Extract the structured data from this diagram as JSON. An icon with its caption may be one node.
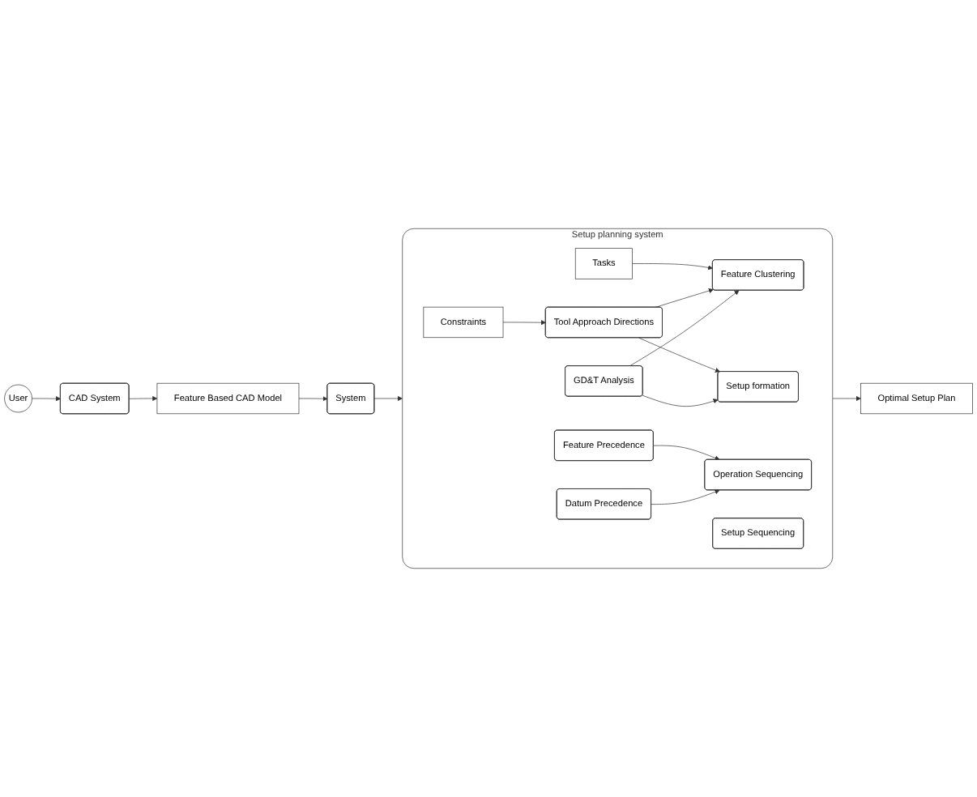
{
  "diagram": {
    "nodes": [
      {
        "text": [
          "User"
        ]
      },
      {
        "text": [
          "CAD System"
        ]
      },
      {
        "text": [
          "Feature Based CAD Model"
        ]
      },
      {
        "text": [
          "System"
        ]
      },
      {
        "text": [
          "Setup planning system"
        ]
      },
      {
        "text": [
          "Tasks"
        ],
        "in": 4
      },
      {
        "text": [
          "Constraints"
        ],
        "in": 4
      },
      {
        "text": [
          "Feature Clustering"
        ],
        "in": 4
      },
      {
        "text": [
          "Tool Approach Directions"
        ],
        "in": 4
      },
      {
        "text": [
          "Setup formation"
        ],
        "in": 4
      },
      {
        "text": [
          "GD&T Analysis"
        ],
        "in": 4
      },
      {
        "text": [
          "Operation Sequencing"
        ],
        "in": 4
      },
      {
        "text": [
          "Feature Precedence"
        ],
        "in": 4
      },
      {
        "text": [
          "Setup Sequencing"
        ],
        "in": 4
      },
      {
        "text": [
          "Datum Precedence"
        ],
        "in": 4
      },
      {
        "text": [
          "Optimal Setup Plan"
        ]
      }
    ],
    "edges": [
      {
        "from": 0,
        "to": 1,
        "arrow": "to"
      },
      {
        "from": 1,
        "to": 2,
        "arrow": "to"
      },
      {
        "from": 2,
        "to": 3,
        "arrow": "to"
      },
      {
        "from": 3,
        "to": 4,
        "arrow": "to"
      },
      {
        "from": 5,
        "to": 7,
        "arrow": "to"
      },
      {
        "from": 6,
        "to": 8,
        "arrow": "to"
      },
      {
        "from": 8,
        "to": 7,
        "arrow": "to"
      },
      {
        "from": 8,
        "to": 9,
        "arrow": "to"
      },
      {
        "from": 10,
        "to": 7,
        "arrow": "to"
      },
      {
        "from": 10,
        "to": 9,
        "arrow": "to"
      },
      {
        "from": 12,
        "to": 11,
        "arrow": "to"
      },
      {
        "from": 14,
        "to": 11,
        "arrow": "to"
      },
      {
        "from": 4,
        "to": 15,
        "arrow": "to"
      }
    ]
  }
}
